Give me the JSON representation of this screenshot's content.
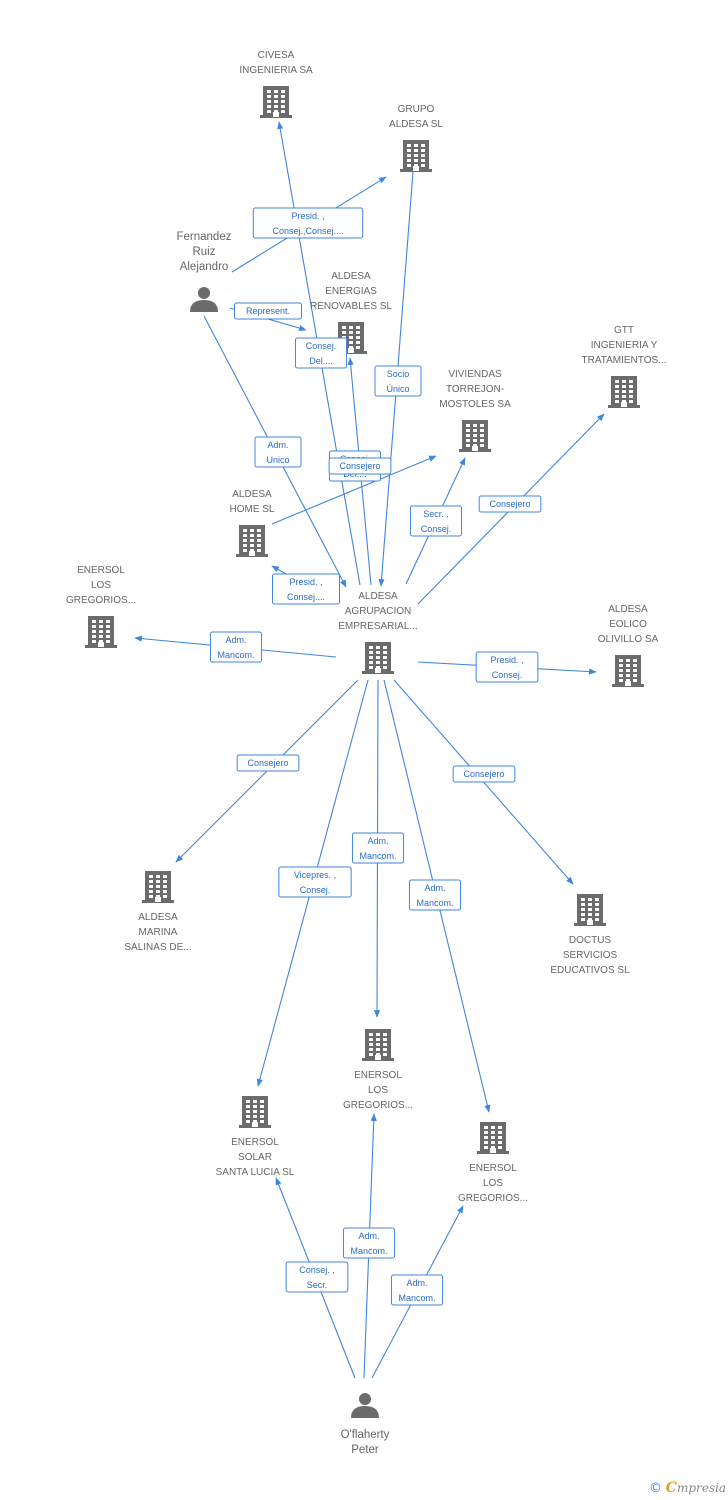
{
  "nodes": [
    {
      "id": "civesa",
      "kind": "company",
      "label": [
        "CIVESA",
        "INGENIERIA SA"
      ]
    },
    {
      "id": "grupo_aldesa",
      "kind": "company",
      "label": [
        "GRUPO",
        "ALDESA SL"
      ]
    },
    {
      "id": "fernandez",
      "kind": "person",
      "label": [
        "Fernandez",
        "Ruiz",
        "Alejandro"
      ]
    },
    {
      "id": "aldesa_energias",
      "kind": "company",
      "label": [
        "ALDESA",
        "ENERGIAS",
        "RENOVABLES SL"
      ]
    },
    {
      "id": "gtt",
      "kind": "company",
      "label": [
        "GTT",
        "INGENIERIA Y",
        "TRATAMIENTOS..."
      ]
    },
    {
      "id": "viviendas",
      "kind": "company",
      "label": [
        "VIVIENDAS",
        "TORREJON-",
        "MOSTOLES SA"
      ]
    },
    {
      "id": "aldesa_home",
      "kind": "company",
      "label": [
        "ALDESA",
        "HOME SL"
      ]
    },
    {
      "id": "enersol_gregorios_1",
      "kind": "company",
      "label": [
        "ENERSOL",
        "LOS",
        "GREGORIOS..."
      ]
    },
    {
      "id": "aldesa_agrupacion",
      "kind": "company",
      "label": [
        "ALDESA",
        "AGRUPACION",
        "EMPRESARIAL..."
      ]
    },
    {
      "id": "aldesa_eolico",
      "kind": "company",
      "label": [
        "ALDESA",
        "EOLICO",
        "OLIVILLO SA"
      ]
    },
    {
      "id": "aldesa_marina",
      "kind": "company",
      "label": [
        "ALDESA",
        "MARINA",
        "SALINAS DE..."
      ]
    },
    {
      "id": "doctus",
      "kind": "company",
      "label": [
        "DOCTUS",
        "SERVICIOS",
        "EDUCATIVOS SL"
      ]
    },
    {
      "id": "enersol_gregorios_2",
      "kind": "company",
      "label": [
        "ENERSOL",
        "LOS",
        "GREGORIOS..."
      ]
    },
    {
      "id": "enersol_solar",
      "kind": "company",
      "label": [
        "ENERSOL",
        "SOLAR",
        "SANTA LUCIA SL"
      ]
    },
    {
      "id": "enersol_gregorios_3",
      "kind": "company",
      "label": [
        "ENERSOL",
        "LOS",
        "GREGORIOS..."
      ]
    },
    {
      "id": "oflaherty",
      "kind": "person",
      "label": [
        "O'flaherty",
        "Peter"
      ]
    }
  ],
  "edges": [
    {
      "from": "fernandez",
      "to": "grupo_aldesa",
      "label": [
        "Presid. ,",
        "Consej.,Consej...."
      ]
    },
    {
      "from": "fernandez",
      "to": "aldesa_energias",
      "label": [
        "Represent."
      ]
    },
    {
      "from": "fernandez",
      "to": "aldesa_agrupacion",
      "label": [
        "Adm.",
        "Unico"
      ]
    },
    {
      "from": "aldesa_agrupacion",
      "to": "civesa",
      "label": [
        "Consej.",
        "Del...."
      ]
    },
    {
      "from": "grupo_aldesa",
      "to": "aldesa_agrupacion",
      "label": [
        "Socio",
        "Único"
      ]
    },
    {
      "from": "aldesa_agrupacion",
      "to": "aldesa_energias",
      "label": [
        "Consej.",
        "Del...."
      ]
    },
    {
      "from": "aldesa_home",
      "to": "viviendas",
      "label": [
        "Consejero"
      ]
    },
    {
      "from": "aldesa_agrupacion",
      "to": "viviendas",
      "label": [
        "Secr. ,",
        "Consej."
      ]
    },
    {
      "from": "aldesa_agrupacion",
      "to": "gtt",
      "label": [
        "Consejero"
      ]
    },
    {
      "from": "aldesa_agrupacion",
      "to": "aldesa_home",
      "label": [
        "Presid. ,",
        "Consej...."
      ]
    },
    {
      "from": "aldesa_agrupacion",
      "to": "enersol_gregorios_1",
      "label": [
        "Adm.",
        "Mancom."
      ]
    },
    {
      "from": "aldesa_agrupacion",
      "to": "aldesa_eolico",
      "label": [
        "Presid. ,",
        "Consej."
      ]
    },
    {
      "from": "aldesa_agrupacion",
      "to": "aldesa_marina",
      "label": [
        "Consejero"
      ]
    },
    {
      "from": "aldesa_agrupacion",
      "to": "doctus",
      "label": [
        "Consejero"
      ]
    },
    {
      "from": "aldesa_agrupacion",
      "to": "enersol_gregorios_2",
      "label": [
        "Adm.",
        "Mancom."
      ]
    },
    {
      "from": "aldesa_agrupacion",
      "to": "enersol_solar",
      "label": [
        "Vicepres. ,",
        "Consej."
      ]
    },
    {
      "from": "aldesa_agrupacion",
      "to": "enersol_gregorios_3",
      "label": [
        "Adm.",
        "Mancom."
      ]
    },
    {
      "from": "oflaherty",
      "to": "enersol_solar",
      "label": [
        "Consej. ,",
        "Secr."
      ]
    },
    {
      "from": "oflaherty",
      "to": "enersol_gregorios_2",
      "label": [
        "Adm.",
        "Mancom."
      ]
    },
    {
      "from": "oflaherty",
      "to": "enersol_gregorios_3",
      "label": [
        "Adm.",
        "Mancom."
      ]
    }
  ],
  "footer": {
    "copyright_symbol": "©",
    "brand_initial": "C",
    "brand_rest": "mpresia"
  },
  "colors": {
    "edge": "#3f86de",
    "icon": "#6b6b6b",
    "label": "#666666",
    "brand_accent": "#f29b1d"
  }
}
